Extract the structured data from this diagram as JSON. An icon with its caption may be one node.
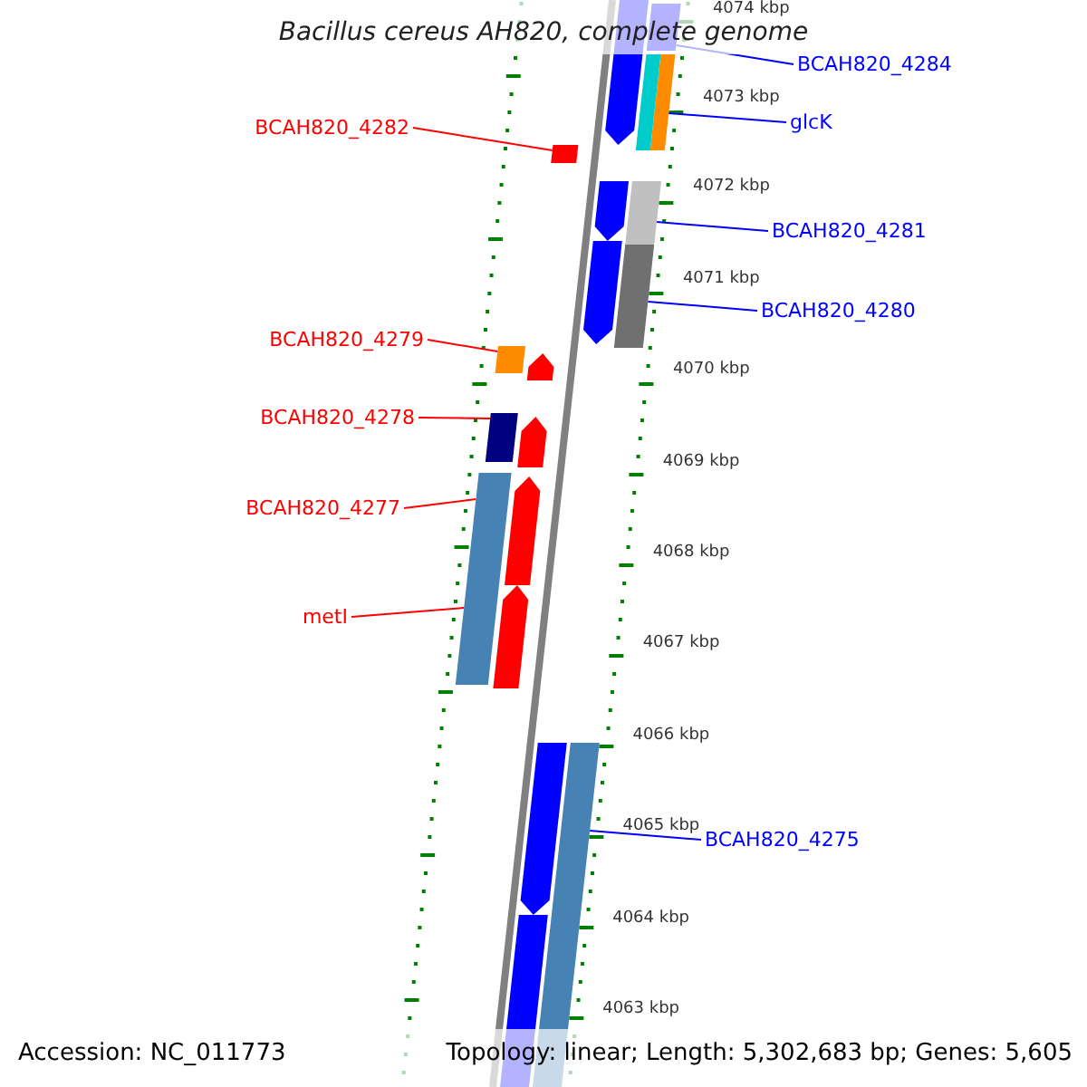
{
  "diagram": {
    "title": "Bacillus cereus AH820, complete genome",
    "nodes": [
      {
        "text": [
          "BCAH820_4284"
        ]
      },
      {
        "text": [],
        "shape": "bar"
      },
      {
        "text": [
          "BCAH820_4282"
        ]
      },
      {
        "text": [],
        "shape": "bar"
      },
      {
        "text": [
          "glcK"
        ]
      },
      {
        "text": [],
        "shape": "bar"
      },
      {
        "text": [
          "BCAH820_4281"
        ]
      },
      {
        "text": [],
        "shape": "bar"
      },
      {
        "text": [
          "BCAH820_4280"
        ]
      },
      {
        "text": [],
        "shape": "bar"
      },
      {
        "text": [
          "BCAH820_4279"
        ]
      },
      {
        "text": [],
        "shape": "bar"
      },
      {
        "text": [
          "BCAH820_4278"
        ]
      },
      {
        "text": [],
        "shape": "bar"
      },
      {
        "text": [
          "BCAH820_4277"
        ]
      },
      {
        "text": [],
        "shape": "bar"
      },
      {
        "text": [
          "metI"
        ]
      },
      {
        "text": [],
        "shape": "bar"
      },
      {
        "text": [
          "BCAH820_4275"
        ]
      },
      {
        "text": [],
        "shape": "bar"
      },
      {
        "text": [],
        "shape": "arrow"
      },
      {
        "text": [],
        "shape": "arrow"
      },
      {
        "text": [],
        "shape": "arrow"
      },
      {
        "text": [],
        "shape": "arrow"
      },
      {
        "text": [],
        "shape": "bar"
      },
      {
        "text": [],
        "shape": "bar"
      },
      {
        "text": [],
        "shape": "arrow"
      },
      {
        "text": [],
        "shape": "arrow"
      },
      {
        "text": [],
        "shape": "arrow"
      },
      {
        "text": [],
        "shape": "arrow"
      }
    ],
    "edges": [
      {
        "from": 0,
        "to": 1,
        "arrow": "none",
        "color": "#0000ff"
      },
      {
        "from": 2,
        "to": 3,
        "arrow": "none",
        "color": "#ff0000"
      },
      {
        "from": 4,
        "to": 5,
        "arrow": "none",
        "color": "#0000ff"
      },
      {
        "from": 6,
        "to": 7,
        "arrow": "none",
        "color": "#0000ff"
      },
      {
        "from": 8,
        "to": 9,
        "arrow": "none",
        "color": "#0000ff"
      },
      {
        "from": 10,
        "to": 11,
        "arrow": "none",
        "color": "#ff0000"
      },
      {
        "from": 12,
        "to": 13,
        "arrow": "none",
        "color": "#ff0000"
      },
      {
        "from": 14,
        "to": 15,
        "arrow": "none",
        "color": "#ff0000"
      },
      {
        "from": 16,
        "to": 17,
        "arrow": "none",
        "color": "#ff0000"
      },
      {
        "from": 18,
        "to": 19,
        "arrow": "none",
        "color": "#0000ff"
      }
    ],
    "labels": [
      "4074 kbp",
      "4073 kbp",
      "4072 kbp",
      "4071 kbp",
      "4070 kbp",
      "4069 kbp",
      "4068 kbp",
      "4067 kbp",
      "4066 kbp",
      "4065 kbp",
      "4064 kbp",
      "4063 kbp",
      "Accession: NC_011773",
      "Topology: linear; Length: 5,302,683 bp; Genes: 5,605"
    ]
  }
}
